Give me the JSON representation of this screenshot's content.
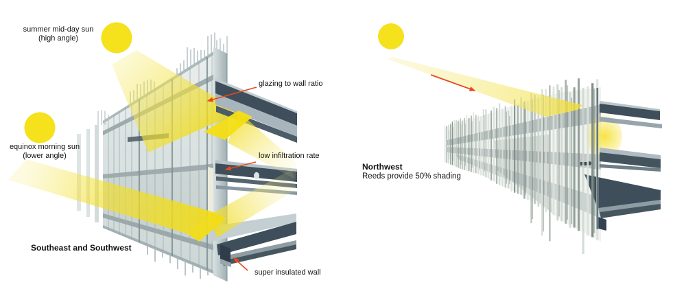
{
  "panels": {
    "left": {
      "title": "Southeast and Southwest",
      "sun_high_label": {
        "line1": "summer mid-day sun",
        "line2": "(high angle)"
      },
      "sun_low_label": {
        "line1": "equinox morning sun",
        "line2": "(lower angle)"
      },
      "callouts": {
        "glazing": "glazing to wall ratio",
        "infiltration": "low infiltration rate",
        "insulated": "super insulated wall"
      }
    },
    "right": {
      "title": "Northwest",
      "subtitle": "Reeds provide 50% shading"
    }
  },
  "colors": {
    "sun": "#F5E11C",
    "beam": "#F0DC1E",
    "slab": "#3E4E5A",
    "glass": "#DDE5E4",
    "arrow": "#E8481F"
  }
}
